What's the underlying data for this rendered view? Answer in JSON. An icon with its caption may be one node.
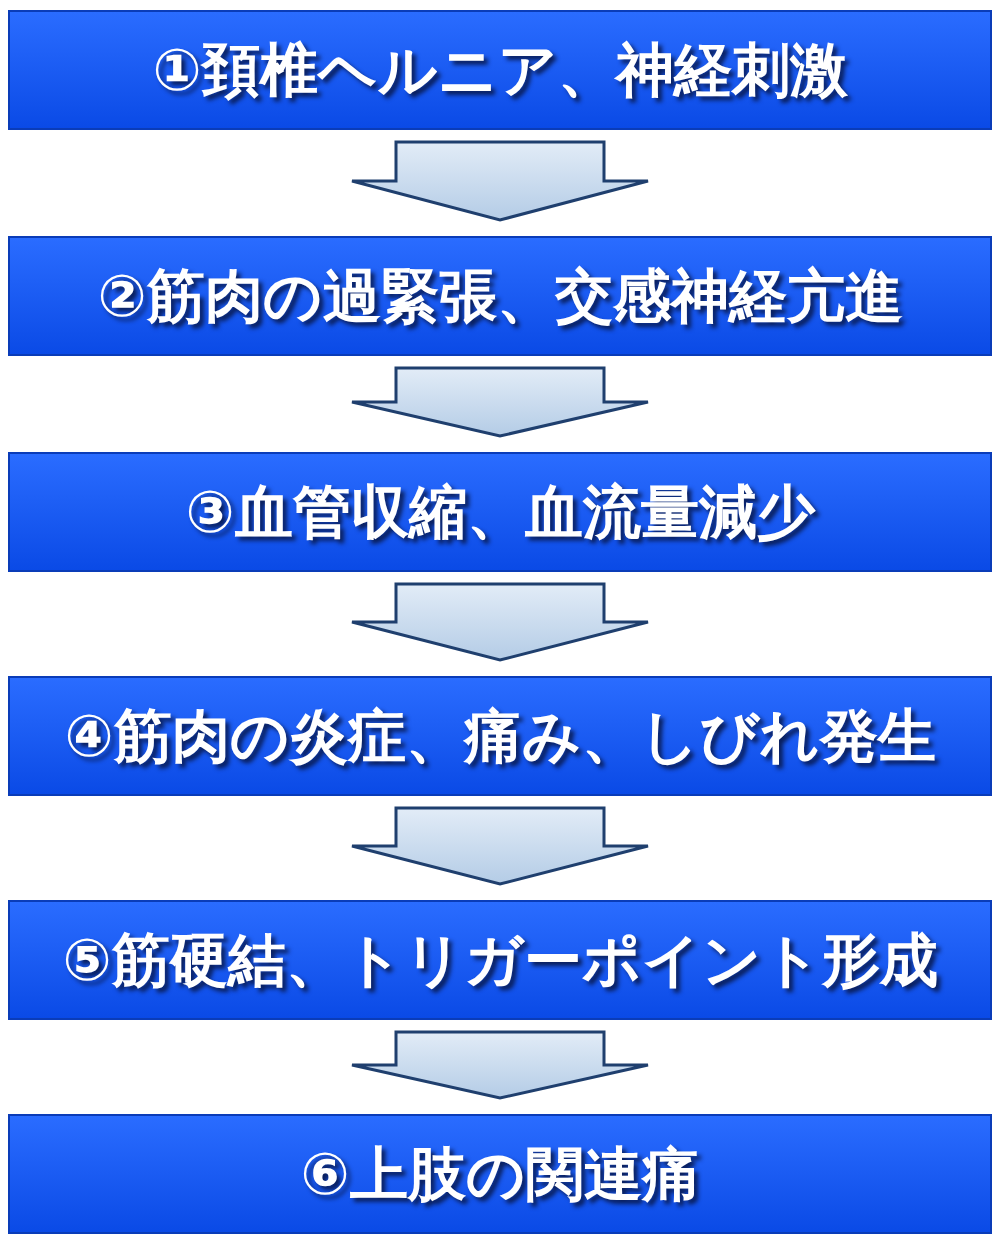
{
  "diagram": {
    "nodes": [
      {
        "text": [
          "①頚椎ヘルニア、神経刺激"
        ]
      },
      {
        "text": [
          "②筋肉の過緊張、交感神経亢進"
        ]
      },
      {
        "text": [
          "③血管収縮、血流量減少"
        ]
      },
      {
        "text": [
          "④筋肉の炎症、痛み、しびれ発生"
        ]
      },
      {
        "text": [
          "⑤筋硬結、トリガーポイント形成"
        ]
      },
      {
        "text": [
          "⑥上肢の関連痛"
        ]
      }
    ],
    "edges": [
      {
        "from": 0,
        "to": 1,
        "arrow": "to"
      },
      {
        "from": 1,
        "to": 2,
        "arrow": "to"
      },
      {
        "from": 2,
        "to": 3,
        "arrow": "to"
      },
      {
        "from": 3,
        "to": 4,
        "arrow": "to"
      },
      {
        "from": 4,
        "to": 5,
        "arrow": "to"
      }
    ]
  }
}
